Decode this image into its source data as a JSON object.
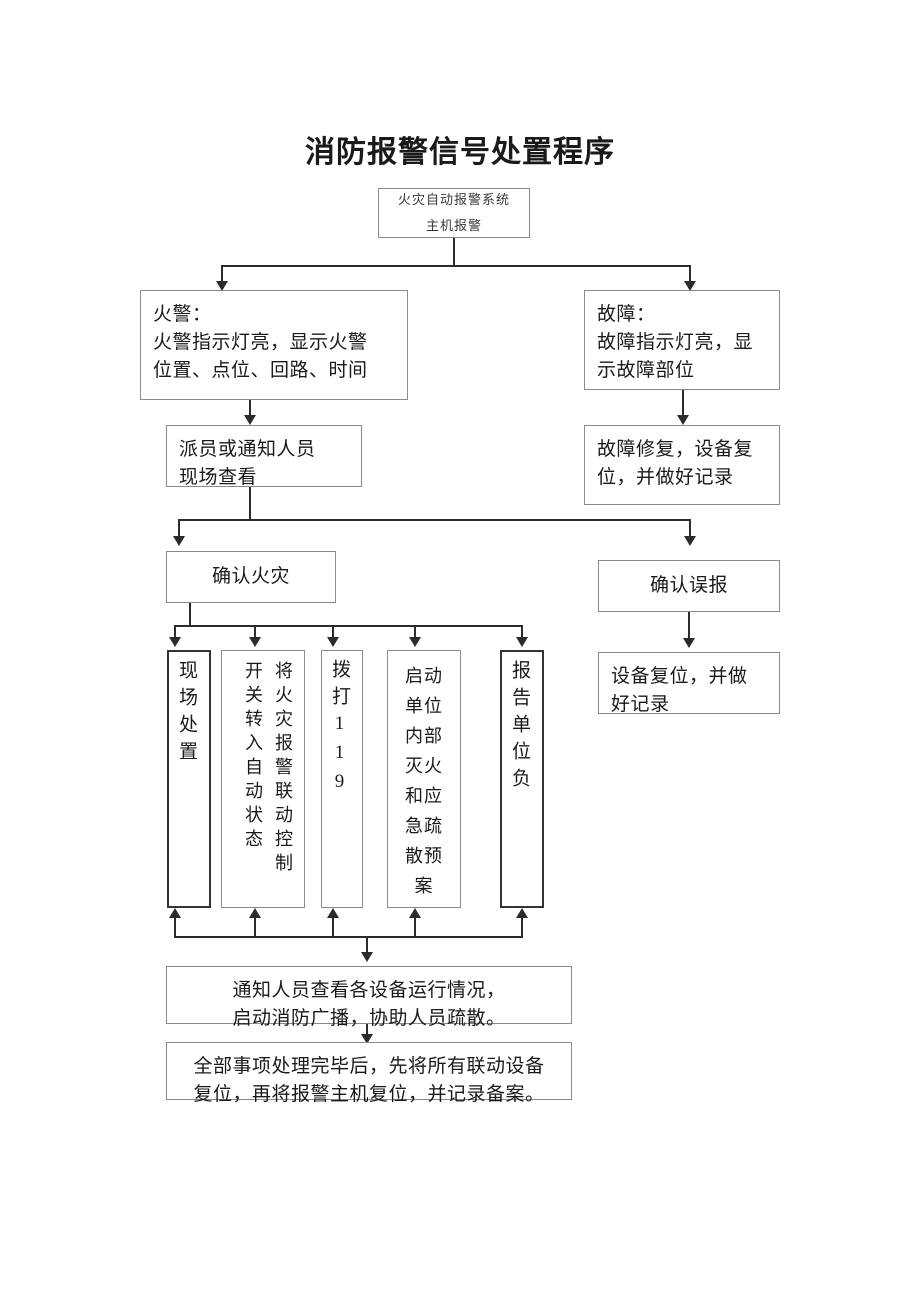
{
  "document": {
    "title": "消防报警信号处置程序"
  },
  "nodes": {
    "start": "火灾自动报警系统\n主机报警",
    "fire_alarm": "火警：\n火警指示灯亮，显示火警\n位置、点位、回路、时间",
    "fault_alarm": "故障：\n故障指示灯亮，显\n示故障部位",
    "dispatch_check": "派员或通知人员\n现场查看",
    "fault_repair": "故障修复，设备复\n位，并做好记录",
    "confirm_fire": "确认火灾",
    "confirm_false": "确认误报",
    "reset_record": "设备复位，并做\n好记录",
    "action_onsite": "现场处置",
    "action_linkage": "将火灾报警联动控制开关转入自动状态",
    "action_call119": "拨打119",
    "action_plan": "启动单位内部灭火和应急疏散预案",
    "action_report": "报告单位负",
    "notify_equipment": "通知人员查看各设备运行情况，\n启动消防广播，协助人员疏散。",
    "final_reset": "全部事项处理完毕后，先将所有联动设备\n复位，再将报警主机复位，并记录备案。"
  },
  "colors": {
    "box_border": "#8a8a8a",
    "box_border_bold": "#333333",
    "connector": "#2b2b2b",
    "text": "#1a1a1a",
    "background": "#ffffff"
  }
}
